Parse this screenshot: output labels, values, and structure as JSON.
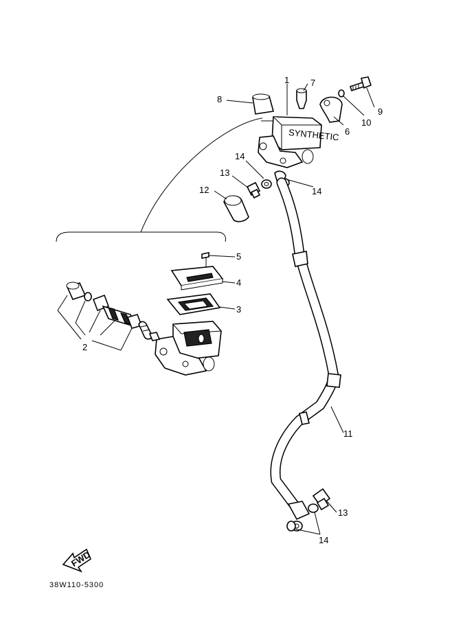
{
  "callouts": {
    "c1": "1",
    "c2": "2",
    "c3": "3",
    "c4": "4",
    "c5": "5",
    "c6": "6",
    "c7": "7",
    "c8": "8",
    "c9": "9",
    "c10": "10",
    "c11": "11",
    "c12": "12",
    "c13a": "13",
    "c13b": "13",
    "c14a": "14",
    "c14b": "14",
    "c14c": "14"
  },
  "fwd_label": "FWD",
  "reservoir_mark": "SYNTHETIC",
  "drawing_code": "38W110-5300"
}
